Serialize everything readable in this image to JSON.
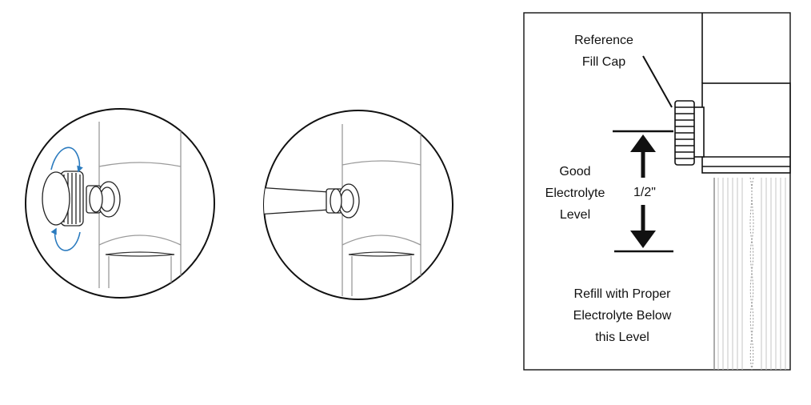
{
  "panel": {
    "reference_label_line1": "Reference",
    "reference_label_line2": "Fill Cap",
    "good_label_line1": "Good",
    "good_label_line2": "Electrolyte",
    "good_label_line3": "Level",
    "measurement": "1/2\"",
    "refill_line1": "Refill with Proper",
    "refill_line2": "Electrolyte Below",
    "refill_line3": "this Level"
  },
  "colors": {
    "rotation_arrow": "#2b7bbf",
    "line": "#111111",
    "sketch": "#9a9a9a"
  }
}
